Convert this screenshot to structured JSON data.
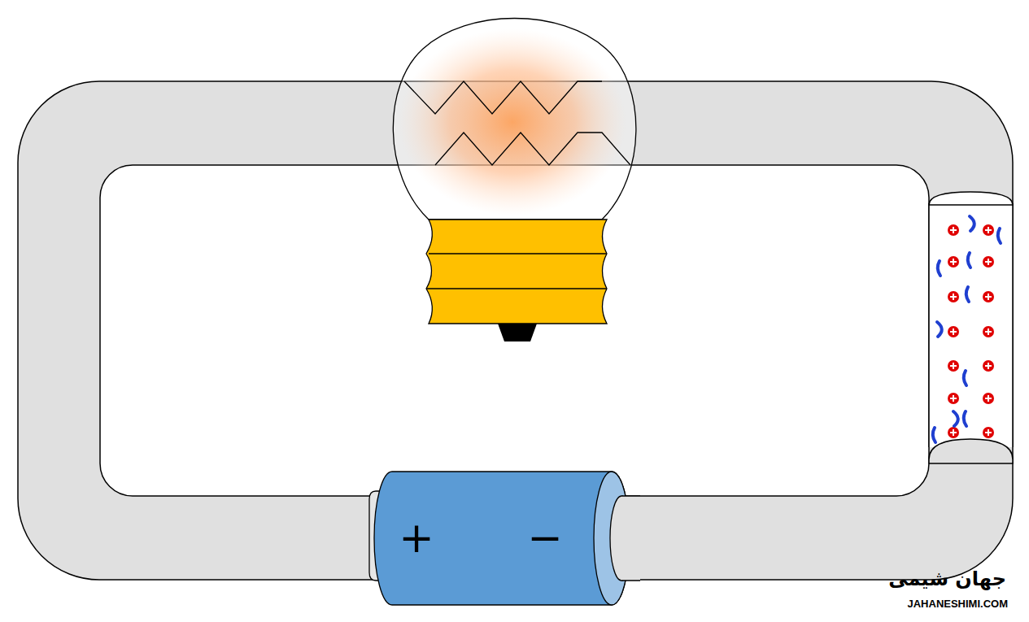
{
  "diagram": {
    "nodes": [
      {
        "text": [
          "+",
          "−"
        ]
      }
    ],
    "labels": [
      "جهان شیمی",
      "JAHANESHIMI.COM"
    ]
  }
}
